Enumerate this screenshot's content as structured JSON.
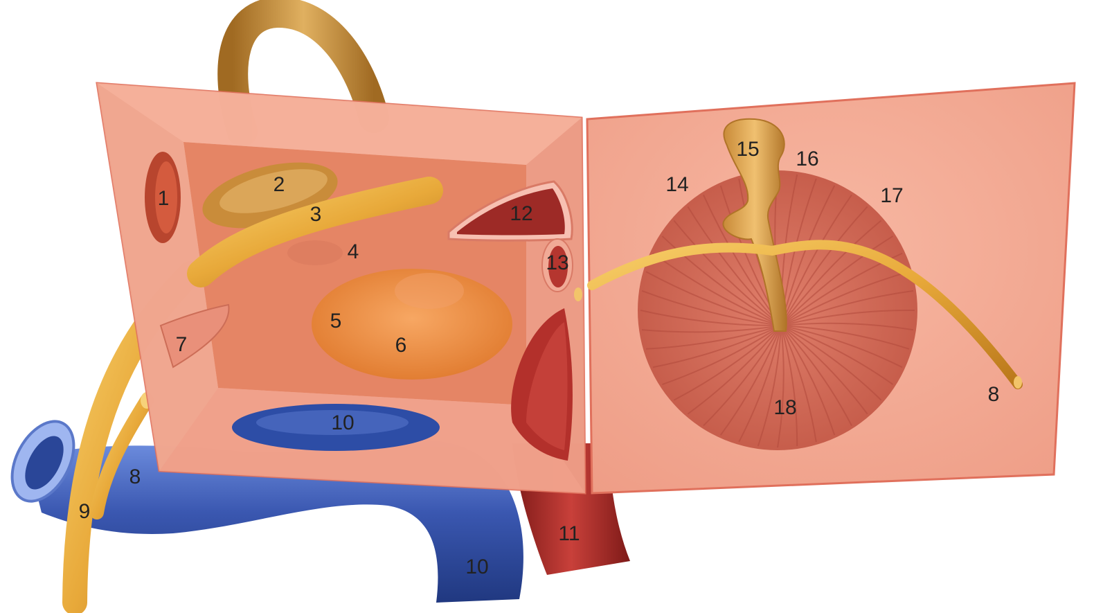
{
  "colors": {
    "box_face": "#f2a48e",
    "box_inner": "#e78767",
    "box_edge": "#e0705c",
    "nerve": "#e8a93a",
    "nerve_dark": "#c4811a",
    "vein": "#3a57b0",
    "vein_light": "#8fa7e8",
    "artery": "#b3302b",
    "artery_dark": "#7e1a18",
    "muscle": "#d9735e",
    "muscle_dark": "#b24a3c",
    "gland": "#e98a3e"
  },
  "labels": {
    "l1": "1",
    "l2": "2",
    "l3": "3",
    "l4": "4",
    "l5": "5",
    "l6": "6",
    "l7": "7",
    "l8a": "8",
    "l8b": "8",
    "l9": "9",
    "l10a": "10",
    "l10b": "10",
    "l11": "11",
    "l12": "12",
    "l13": "13",
    "l14": "14",
    "l15": "15",
    "l16": "16",
    "l17": "17",
    "l18": "18"
  }
}
